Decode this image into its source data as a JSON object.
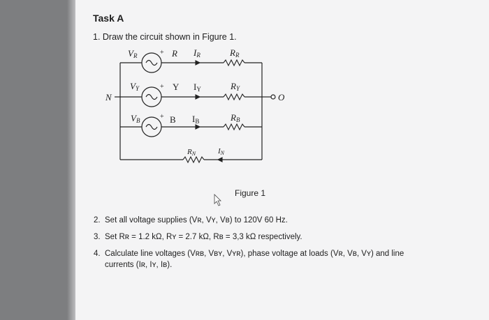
{
  "task": {
    "title": "Task A",
    "item1": "1. Draw the circuit shown in Figure 1."
  },
  "figure": {
    "caption": "Figure 1",
    "node_n": "N",
    "node_o": "O",
    "phases": [
      {
        "source": "V",
        "source_sub": "R",
        "name": "R",
        "current": "I",
        "current_sub": "R",
        "resistor": "R",
        "resistor_sub": "R"
      },
      {
        "source": "V",
        "source_sub": "Y",
        "name": "Y",
        "current": "I",
        "current_sub": "Y",
        "resistor": "R",
        "resistor_sub": "Y"
      },
      {
        "source": "V",
        "source_sub": "B",
        "name": "B",
        "current": "I",
        "current_sub": "B",
        "resistor": "R",
        "resistor_sub": "B"
      }
    ],
    "neutral": {
      "resistor": "R",
      "resistor_sub": "N",
      "current": "I",
      "current_sub": "N"
    }
  },
  "steps": [
    {
      "num": "2.",
      "text": "Set all voltage supplies (Vʀ, Vʏ, Vʙ) to 120V 60 Hz."
    },
    {
      "num": "3.",
      "text": "Set Rʀ = 1.2 kΩ, Rʏ = 2.7 kΩ, Rʙ = 3,3 kΩ respectively."
    },
    {
      "num": "4.",
      "text": "Calculate line voltages (Vʀʙ, Vʙʏ, Vʏʀ), phase voltage at loads (Vʀ, Vʙ, Vʏ) and line currents (Iʀ, Iʏ, Iʙ)."
    }
  ]
}
